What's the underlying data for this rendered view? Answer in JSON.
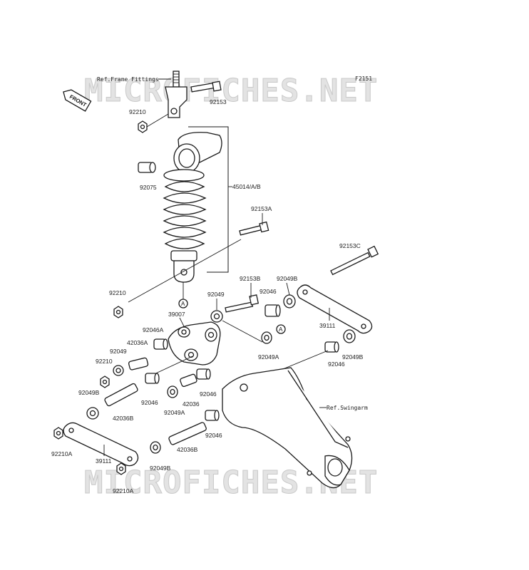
{
  "diagram_code": "F2151",
  "watermark": {
    "top": "MICROFICHES.NET",
    "bottom": "MICROFICHES.NET"
  },
  "front_badge": "FRONT",
  "refs": {
    "frame": "Ref.Frame Fittings",
    "swingarm": "Ref.Swingarm"
  },
  "callout": "A",
  "part_labels": {
    "p92210_top": "92210",
    "p92153_top": "92153",
    "p92075": "92075",
    "p45014": "45014/A/B",
    "p92153A": "92153A",
    "p92153C": "92153C",
    "p92210_mid": "92210",
    "p92153B": "92153B",
    "p92049B_top": "92049B",
    "p92049_top": "92049",
    "p92046_top": "92046",
    "p39007": "39007",
    "p39111_right": "39111",
    "p92046A": "92046A",
    "p42036A": "42036A",
    "p92049_left": "92049",
    "p92210_left": "92210",
    "p92049A_right": "92049A",
    "p92049B_right": "92049B",
    "p92046_right": "92046",
    "p92049B_left": "92049B",
    "p42036B_left": "42036B",
    "p92046_mid": "92046",
    "p92049A_mid": "92049A",
    "p42036": "42036",
    "p92046_center": "92046",
    "p92210A_left": "92210A",
    "p39111_left": "39111",
    "p42036B_bottom": "42036B",
    "p92046_bottom": "92046",
    "p92049B_bottom": "92049B",
    "p92210A_bottom": "92210A"
  }
}
